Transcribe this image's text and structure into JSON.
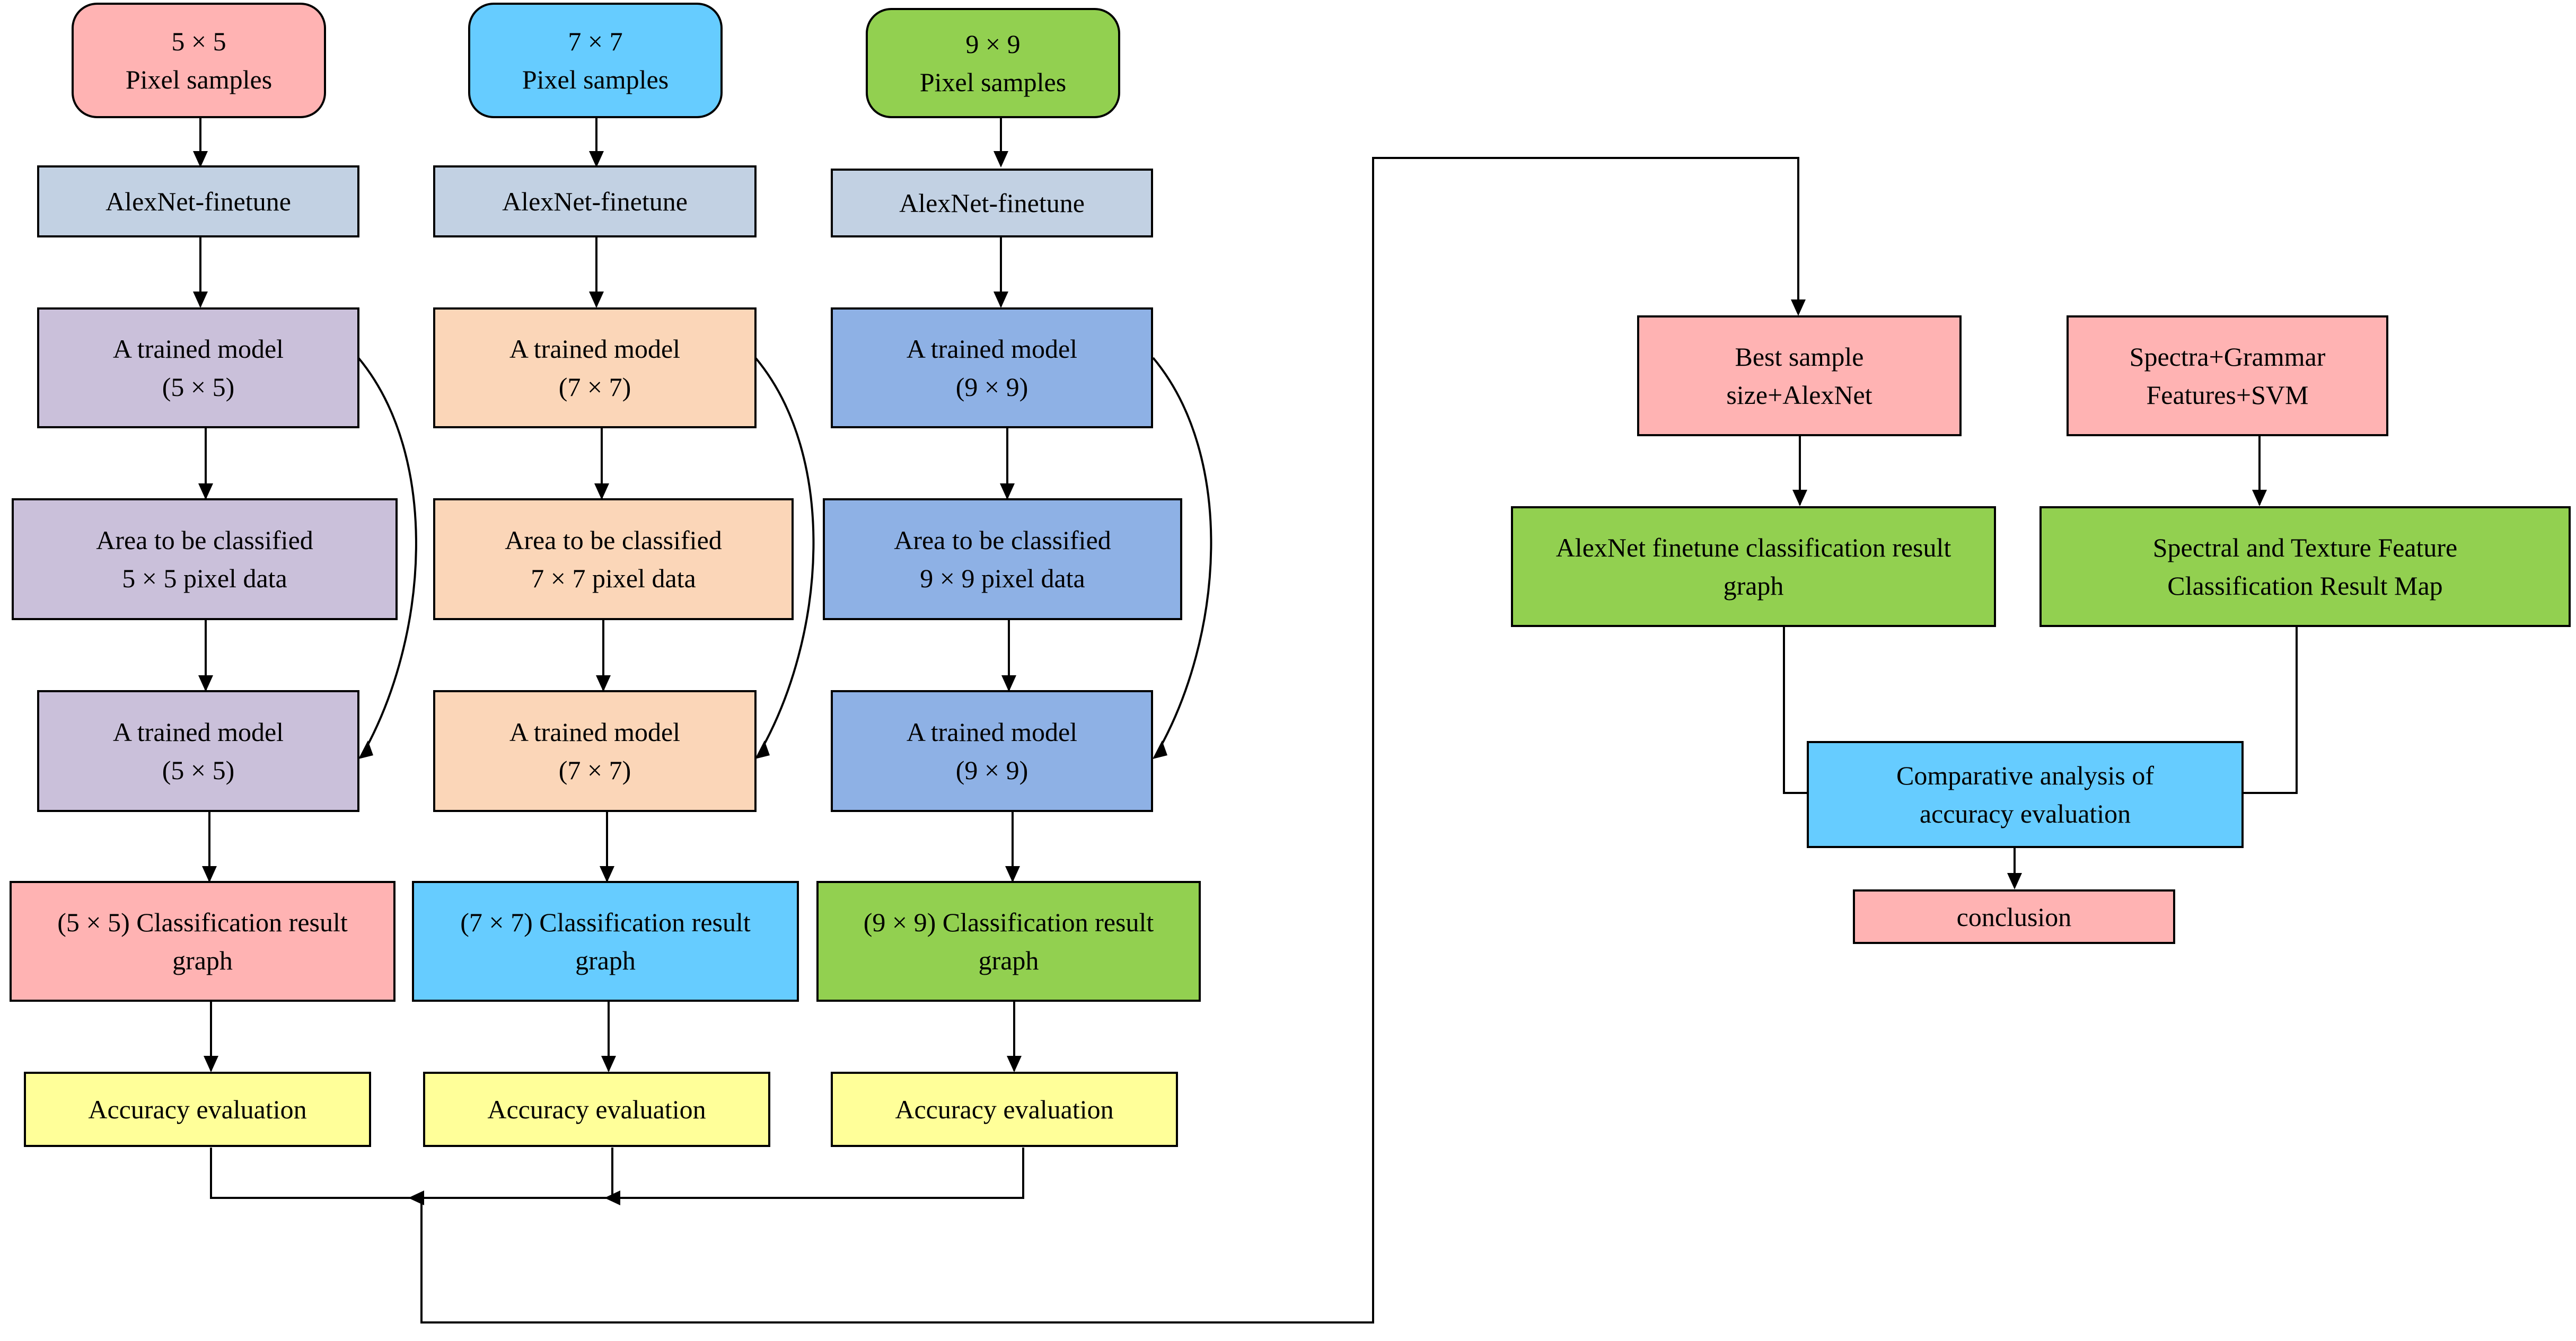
{
  "colors": {
    "pink": "#FFB3B3",
    "cyan": "#66CCFF",
    "green": "#92D050",
    "steel": "#C2D1E3",
    "lavender": "#CAC0DA",
    "peach": "#FBD6B8",
    "blue": "#8EB1E5",
    "yellow": "#FFFF99"
  },
  "columns": [
    {
      "samples": "5 × 5\nPixel samples",
      "network": "AlexNet-finetune",
      "trained_model": "A trained model\n(5 × 5)",
      "area": "Area to be classified\n5 × 5 pixel data",
      "trained_model_2": "A trained model\n(5 × 5)",
      "result": "(5 × 5) Classification result\ngraph",
      "accuracy": "Accuracy evaluation"
    },
    {
      "samples": "7 × 7\nPixel samples",
      "network": "AlexNet-finetune",
      "trained_model": "A trained model\n(7 × 7)",
      "area": "Area to be classified\n7 × 7 pixel data",
      "trained_model_2": "A trained model\n(7 × 7)",
      "result": "(7 × 7) Classification result\ngraph",
      "accuracy": "Accuracy evaluation"
    },
    {
      "samples": "9 × 9\nPixel samples",
      "network": "AlexNet-finetune",
      "trained_model": "A trained model\n(9 × 9)",
      "area": "Area to be classified\n9 × 9 pixel data",
      "trained_model_2": "A trained model\n(9 × 9)",
      "result": "(9 × 9) Classification result\ngraph",
      "accuracy": "Accuracy evaluation"
    }
  ],
  "right": {
    "best_sample": "Best sample\nsize+AlexNet",
    "spectra": "Spectra+Grammar\nFeatures+SVM",
    "alexnet_result": "AlexNet finetune classification result\ngraph",
    "spectral_result": "Spectral and Texture Feature\nClassification Result Map",
    "comparative": "Comparative analysis of\naccuracy evaluation",
    "conclusion": "conclusion"
  }
}
